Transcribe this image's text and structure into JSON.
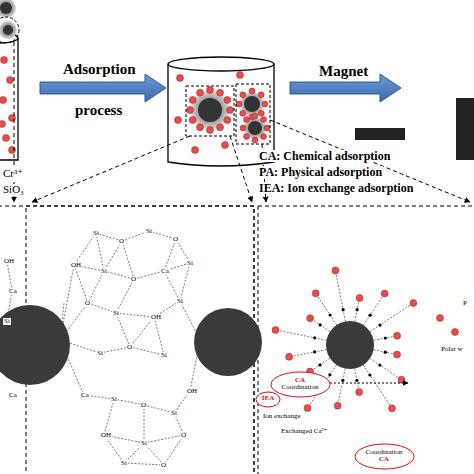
{
  "diagram": {
    "nodes": [
      {
        "text": [
          "CA",
          "Coordination"
        ]
      },
      {
        "text": [
          "IEA"
        ]
      },
      {
        "text": [
          "Coordination",
          "CA"
        ]
      }
    ],
    "labels": [
      "Cr³⁺",
      "SiO₃",
      "Adsorption",
      "process",
      "Magnet",
      "CA: Chemical adsorption",
      "PA: Physical adsorption",
      "IEA: Ion exchange adsorption",
      "Ion exchange",
      "Exchanged Ca²⁺",
      "Polar w",
      "P",
      "OH",
      "Ca",
      "Si",
      "Ca",
      "Si",
      "O",
      "Si",
      "O",
      "OH",
      "Si",
      "O",
      "Ca",
      "Si",
      "O",
      "Si",
      "OH",
      "Si",
      "Si",
      "O",
      "Si",
      "OH",
      "Ca",
      "Si",
      "O",
      "Si",
      "OH",
      "Si",
      "O",
      "Si",
      "O"
    ]
  }
}
